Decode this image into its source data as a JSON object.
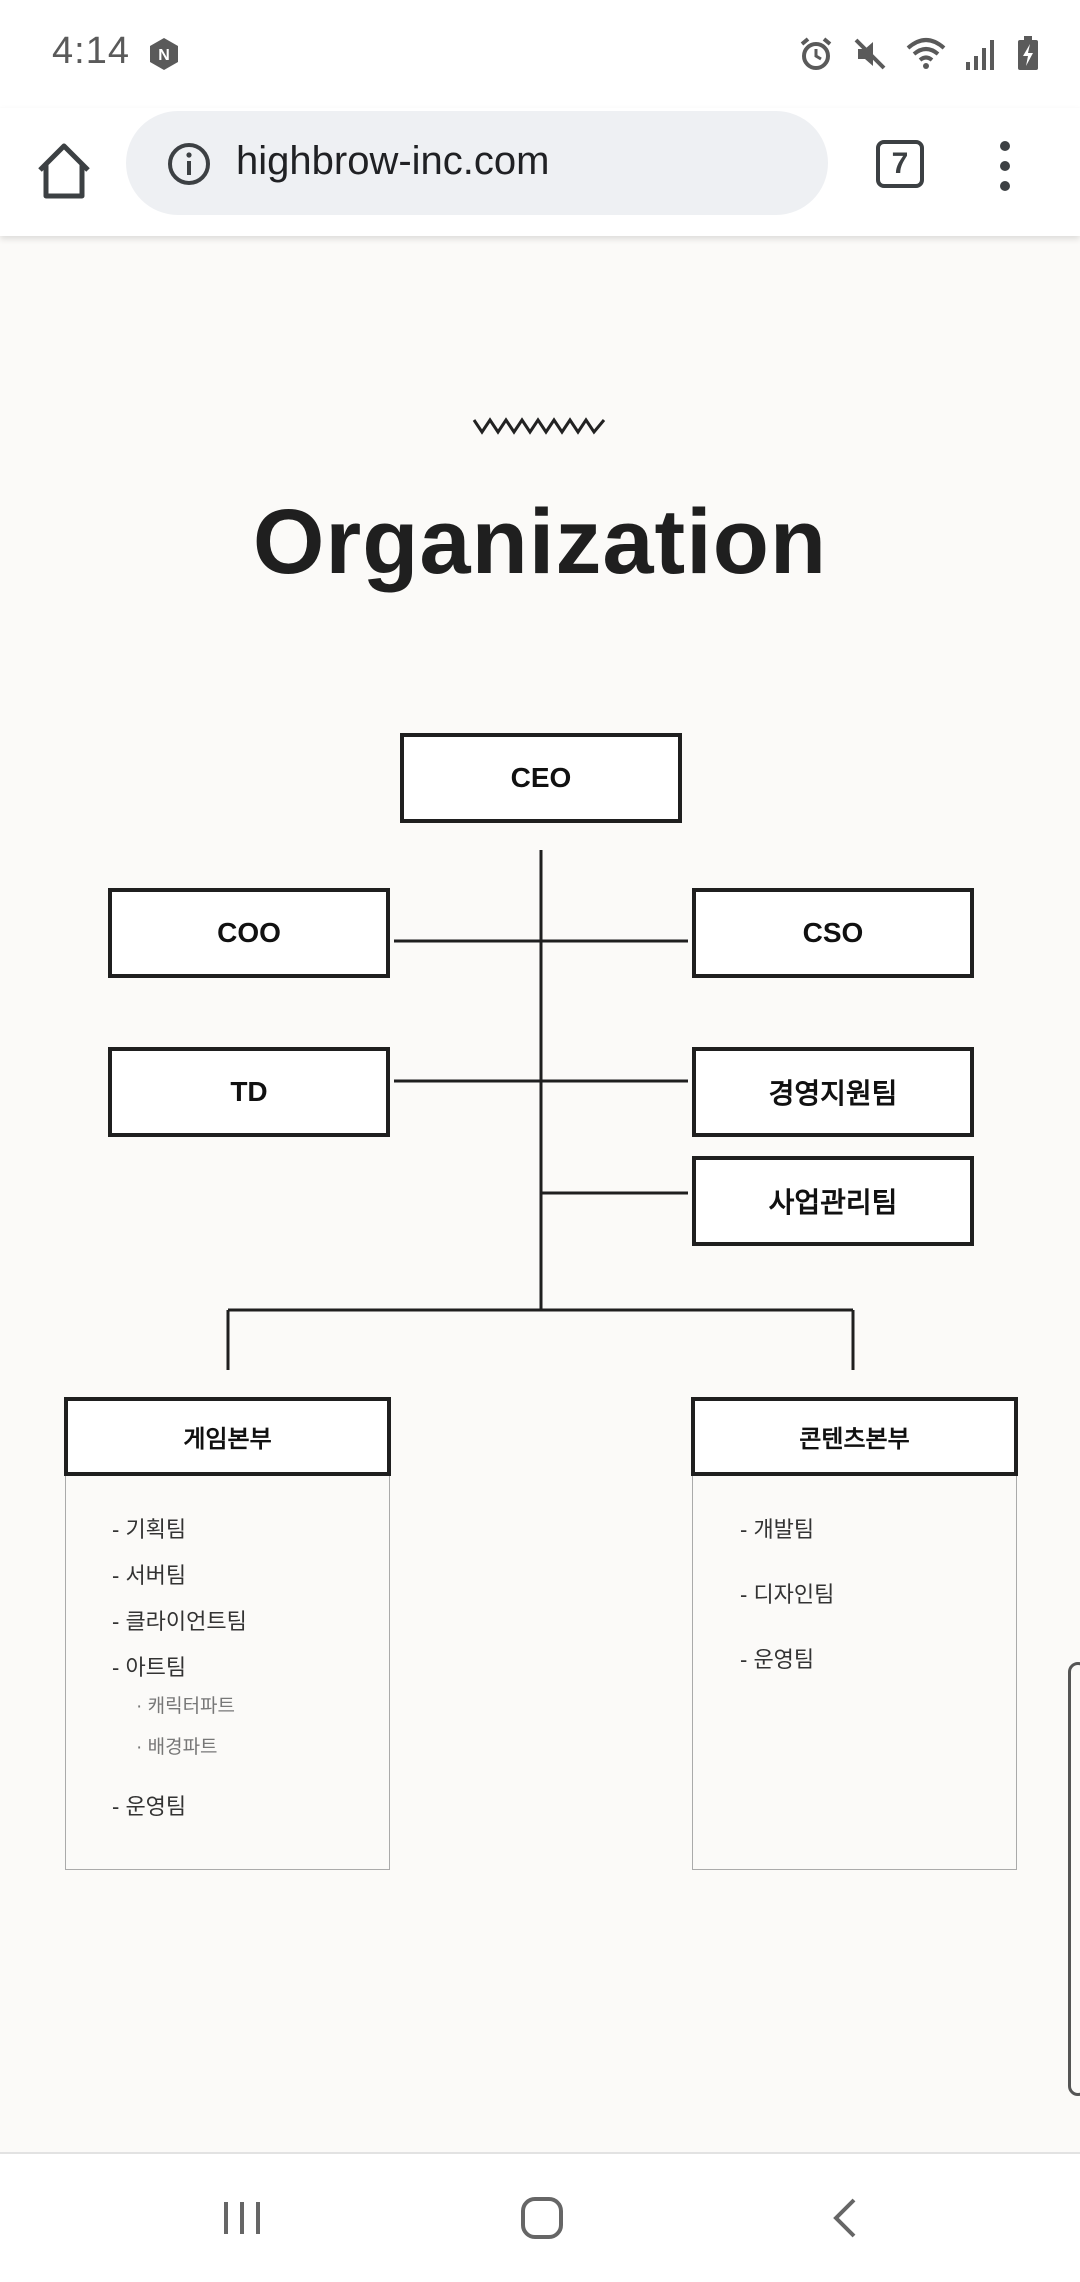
{
  "status_bar": {
    "time": "4:14",
    "icons": [
      "n-badge-icon",
      "alarm-icon",
      "mute-icon",
      "wifi-icon",
      "signal-icon",
      "battery-charging-icon"
    ]
  },
  "browser": {
    "url": "highbrow-inc.com",
    "tab_count": "7",
    "icons": [
      "home-icon",
      "info-icon",
      "more-vert-icon"
    ]
  },
  "page": {
    "title": "Organization",
    "org": {
      "ceo": "CEO",
      "coo": "COO",
      "cso": "CSO",
      "td": "TD",
      "management_support": "경영지원팀",
      "business_management": "사업관리팀",
      "game_division": {
        "name": "게임본부",
        "teams": [
          "- 기획팀",
          "- 서버팀",
          "- 클라이언트팀",
          "- 아트팀",
          "- 운영팀"
        ],
        "art_parts": [
          "· 캐릭터파트",
          "· 배경파트"
        ]
      },
      "content_division": {
        "name": "콘텐츠본부",
        "teams": [
          "- 개발팀",
          "- 디자인팀",
          "- 운영팀"
        ]
      }
    }
  },
  "nav_bar": {
    "icons": [
      "recent-apps-icon",
      "home-circle-icon",
      "back-icon"
    ]
  },
  "colors": {
    "page_background": "#fbfaf8",
    "text_dark": "#1f1f1f",
    "url_bar": "#eef0f3"
  }
}
